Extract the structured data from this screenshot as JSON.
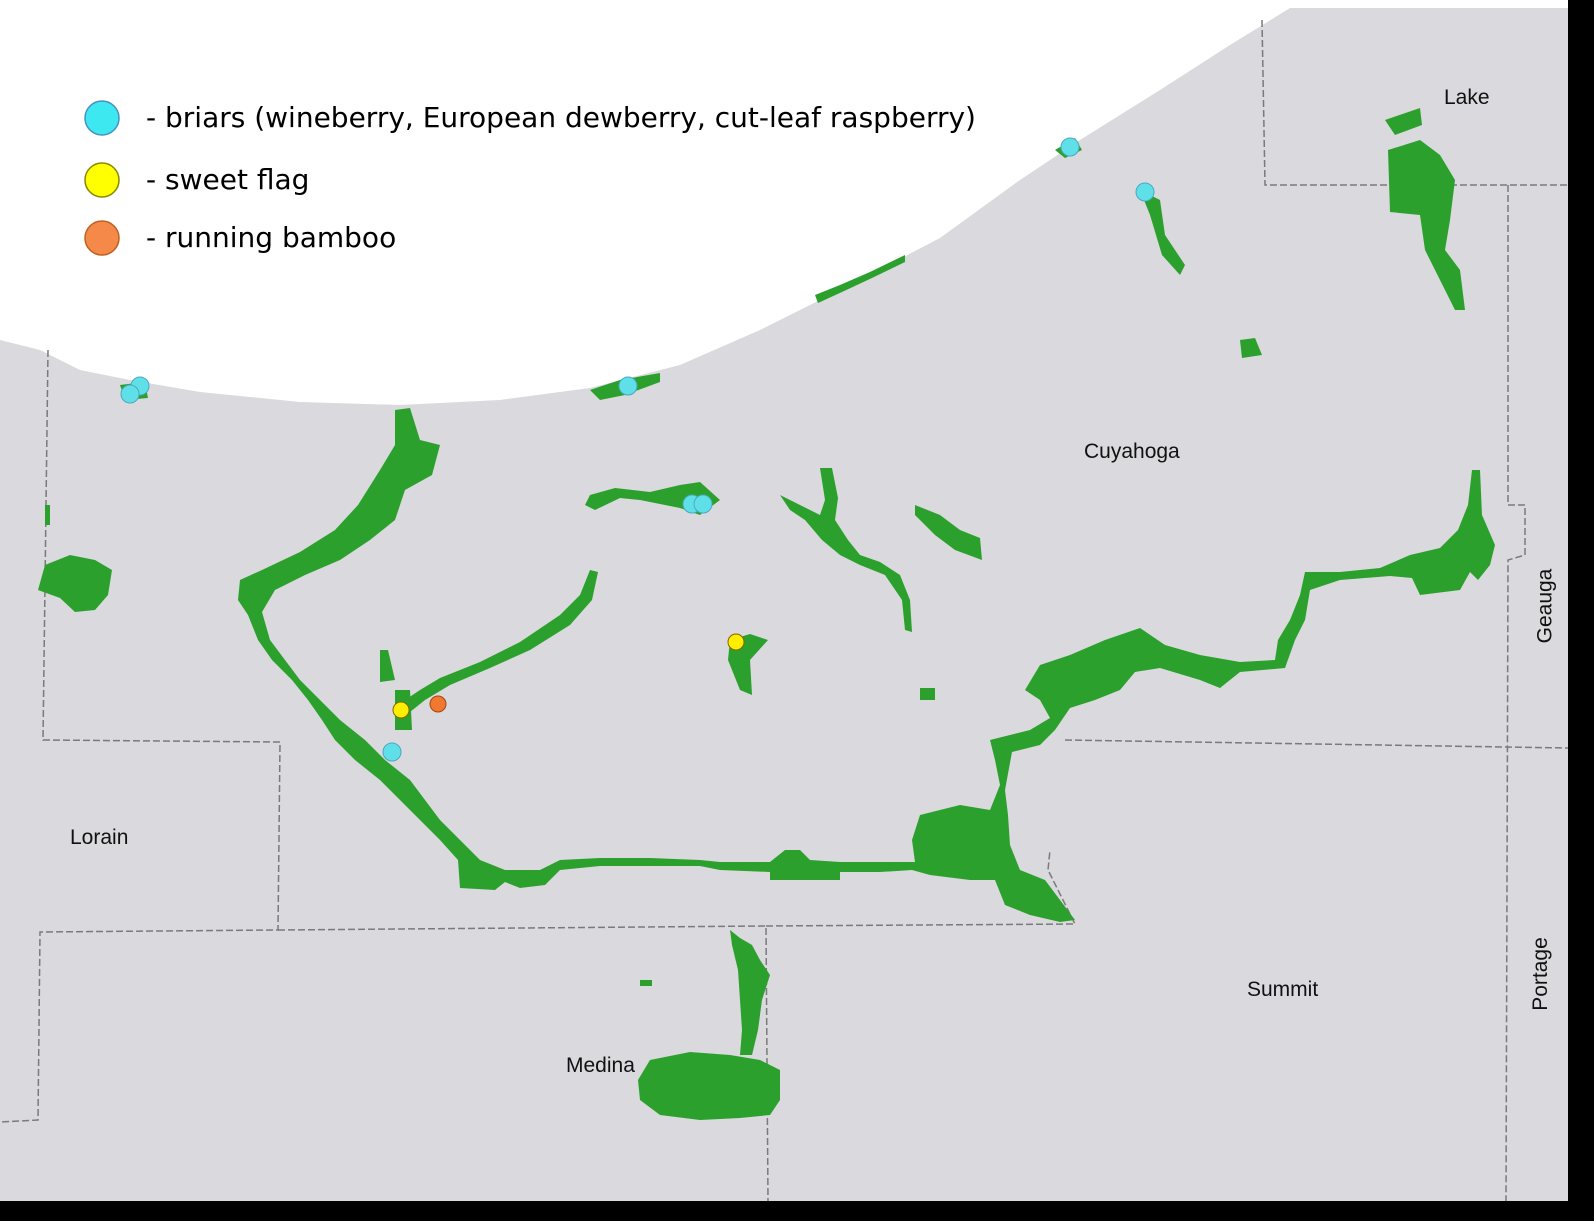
{
  "legend": [
    {
      "label": "- briars (wineberry, European dewberry, cut-leaf raspberry)",
      "color": "#3de8f0",
      "icon": "cyan-circle-icon"
    },
    {
      "label": "- sweet flag",
      "color": "#ffff00",
      "icon": "yellow-circle-icon"
    },
    {
      "label": "-  running bamboo",
      "color": "#f5894a",
      "icon": "orange-circle-icon"
    }
  ],
  "counties": {
    "lake": "Lake",
    "cuyahoga": "Cuyahoga",
    "geauga": "Geauga",
    "lorain": "Lorain",
    "summit": "Summit",
    "portage": "Portage",
    "medina": "Medina"
  },
  "colors": {
    "land": "#d9d9de",
    "lake_water": "#ffffff",
    "park": "#2ca02c",
    "boundary": "#7a7a7a",
    "background": "#000000"
  }
}
